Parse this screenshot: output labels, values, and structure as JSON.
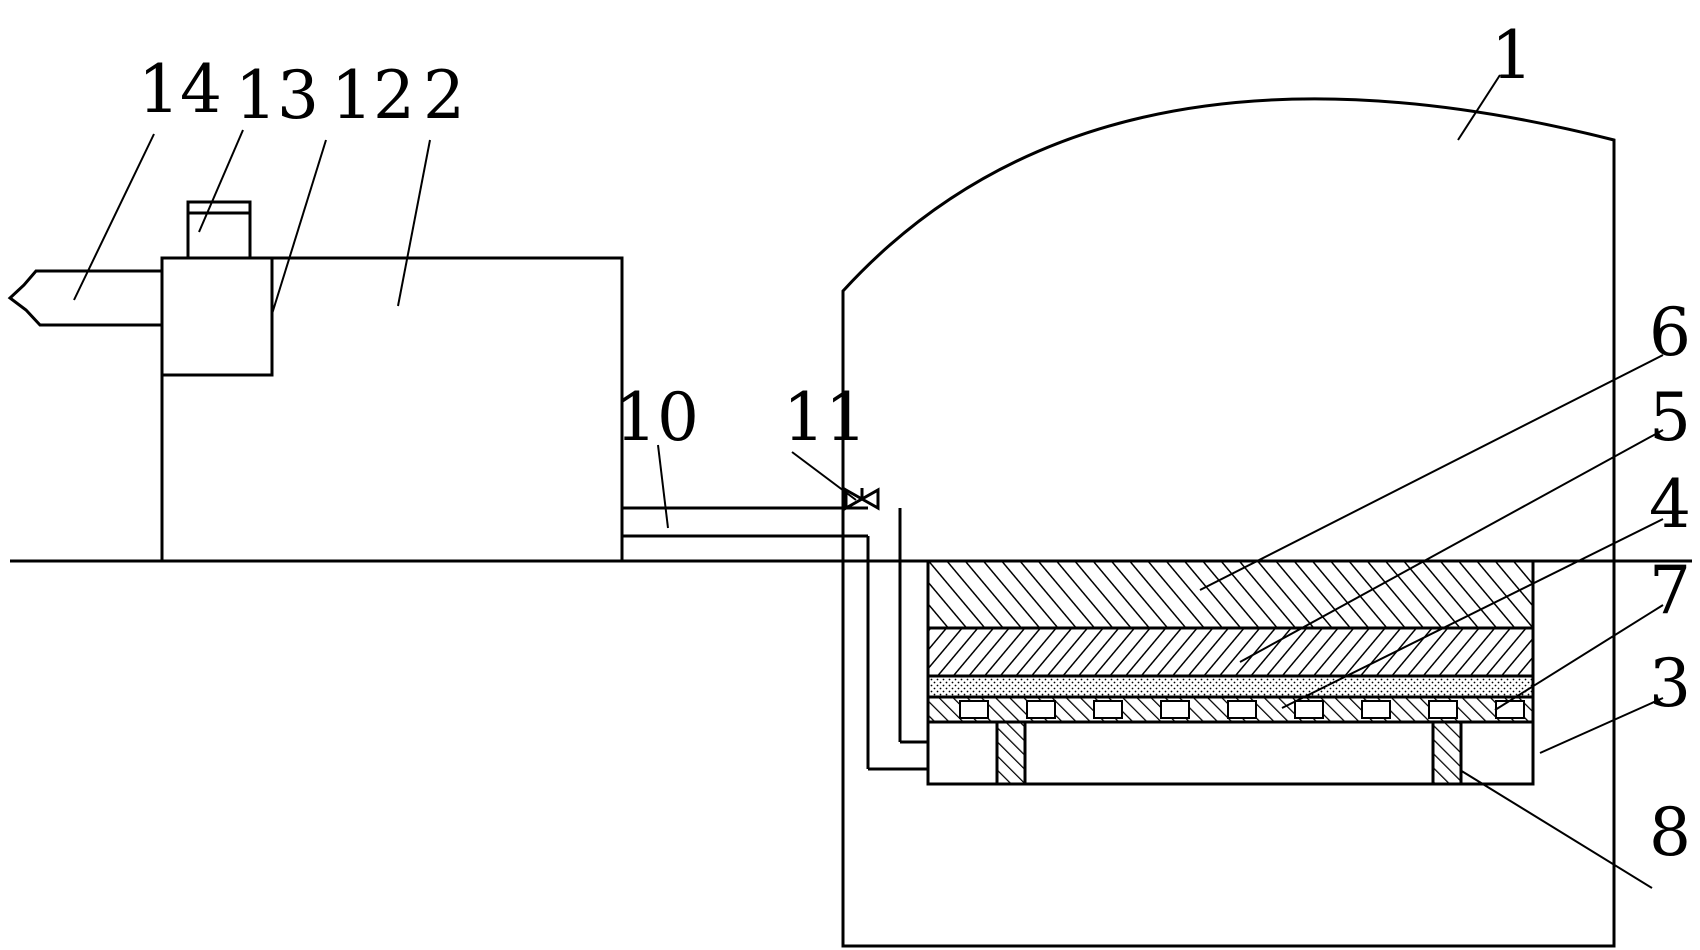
{
  "labels": {
    "l1": "1",
    "l2": "2",
    "l3": "3",
    "l4": "4",
    "l5": "5",
    "l6": "6",
    "l7": "7",
    "l8": "8",
    "l10": "10",
    "l11": "11",
    "l12": "12",
    "l13": "13",
    "l14": "14"
  },
  "colors": {
    "ink": "#000000",
    "paper": "#ffffff"
  }
}
